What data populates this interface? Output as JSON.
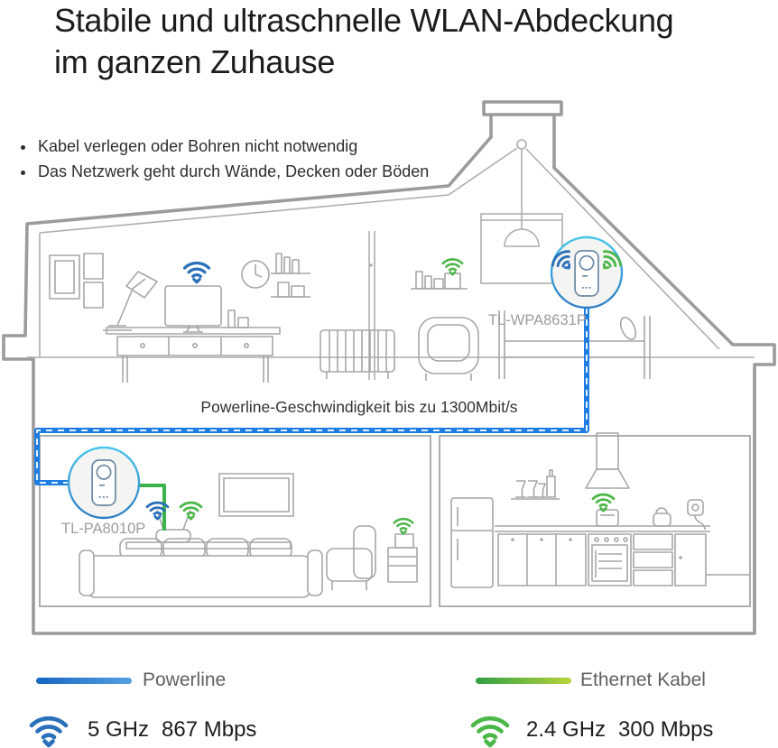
{
  "header": {
    "title_line1": "Stabile und ultraschnelle WLAN-Abdeckung",
    "title_line2": "im ganzen Zuhause"
  },
  "bullets": [
    "Kabel verlegen oder Bohren nicht notwendig",
    "Das Netzwerk geht durch Wände, Decken oder Böden"
  ],
  "diagram": {
    "banner": "Powerline-Geschwindigkeit bis zu 1300Mbit/s",
    "devices": [
      {
        "id": "wifi-extender",
        "label": "TL-WPA8631P"
      },
      {
        "id": "powerline-adapter",
        "label": "TL-PA8010P"
      }
    ],
    "icons": [
      "wifi-blue-icon",
      "wifi-green-icon",
      "powerline-adapter-icon",
      "router-icon",
      "lamp-icon",
      "power-outlet-icon"
    ],
    "colors": {
      "wifi_blue": "#2a6fba",
      "wifi_green": "#4cb749",
      "powerline_cable": "#1d7de2",
      "ethernet_cable": "#3cb24a",
      "house_outline": "#9b9b9b",
      "furniture_line": "#a6a6a6",
      "device_stroke": "#6a87a3",
      "halo_fill": "#f4f4f2",
      "halo_ring_top": "#45c6ec",
      "halo_ring_bottom": "#2d7dc4"
    }
  },
  "legend": [
    {
      "label": "Powerline",
      "color_start": "#1566c1",
      "color_end": "#55a0e2"
    },
    {
      "label": "Ethernet Kabel",
      "color_start": "#2f9e45",
      "color_end": "#b7d43a"
    }
  ],
  "speeds": [
    {
      "band": "5 GHz",
      "rate": "867 Mbps",
      "icon": "wifi-blue-icon",
      "color": "#2a6fba"
    },
    {
      "band": "2.4 GHz",
      "rate": "300 Mbps",
      "icon": "wifi-green-icon",
      "color": "#4cb749"
    }
  ]
}
